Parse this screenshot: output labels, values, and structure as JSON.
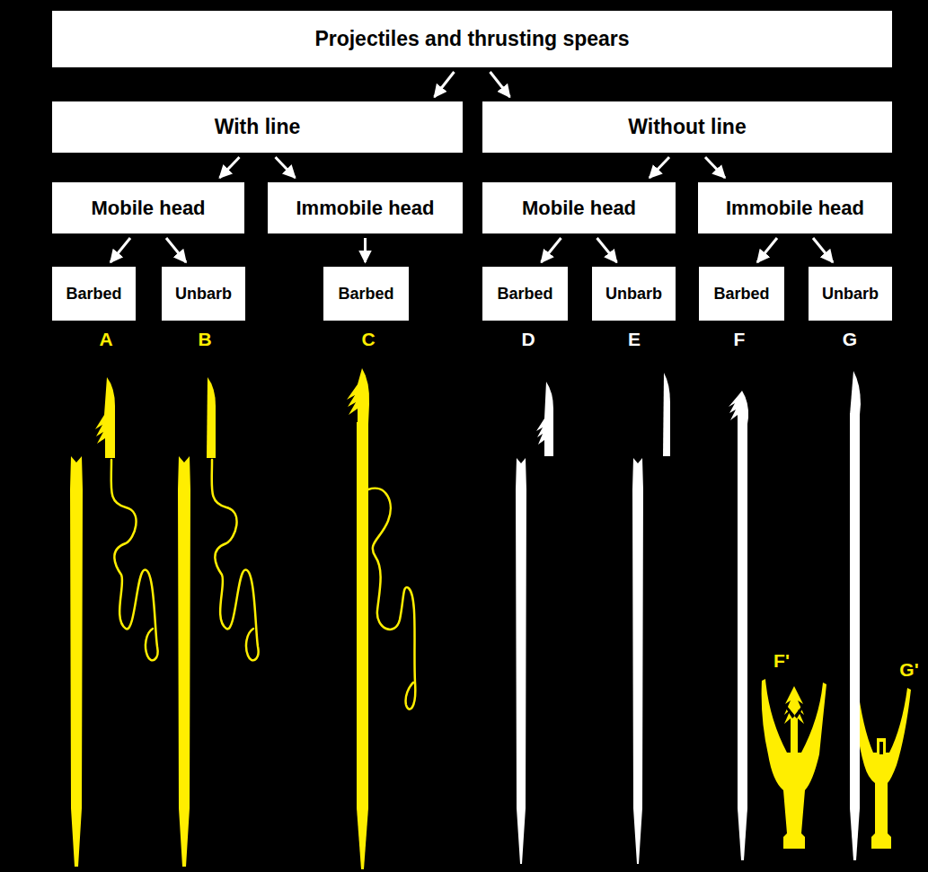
{
  "diagram": {
    "nodes": [
      {
        "text": [
          "Projectiles and thrusting spears"
        ]
      },
      {
        "text": [
          "With line"
        ]
      },
      {
        "text": [
          "Without line"
        ]
      },
      {
        "text": [
          "Mobile head"
        ]
      },
      {
        "text": [
          "Immobile head"
        ]
      },
      {
        "text": [
          "Mobile head"
        ]
      },
      {
        "text": [
          "Immobile head"
        ]
      },
      {
        "text": [
          "Barbed"
        ]
      },
      {
        "text": [
          "Unbarb"
        ]
      },
      {
        "text": [
          "Barbed"
        ]
      },
      {
        "text": [
          "Barbed"
        ]
      },
      {
        "text": [
          "Unbarb"
        ]
      },
      {
        "text": [
          "Barbed"
        ]
      },
      {
        "text": [
          "Unbarb"
        ]
      }
    ],
    "edges": [
      {
        "from": 0,
        "to": 1,
        "arrow": "to"
      },
      {
        "from": 0,
        "to": 2,
        "arrow": "to"
      },
      {
        "from": 1,
        "to": 3,
        "arrow": "to"
      },
      {
        "from": 1,
        "to": 4,
        "arrow": "to"
      },
      {
        "from": 2,
        "to": 5,
        "arrow": "to"
      },
      {
        "from": 2,
        "to": 6,
        "arrow": "to"
      },
      {
        "from": 3,
        "to": 7,
        "arrow": "to"
      },
      {
        "from": 3,
        "to": 8,
        "arrow": "to"
      },
      {
        "from": 4,
        "to": 9,
        "arrow": "to"
      },
      {
        "from": 5,
        "to": 10,
        "arrow": "to"
      },
      {
        "from": 5,
        "to": 11,
        "arrow": "to"
      },
      {
        "from": 6,
        "to": 12,
        "arrow": "to"
      },
      {
        "from": 6,
        "to": 13,
        "arrow": "to"
      }
    ],
    "labels": [
      "A",
      "B",
      "C",
      "D",
      "E",
      "F",
      "G",
      "F'",
      "G'"
    ]
  }
}
